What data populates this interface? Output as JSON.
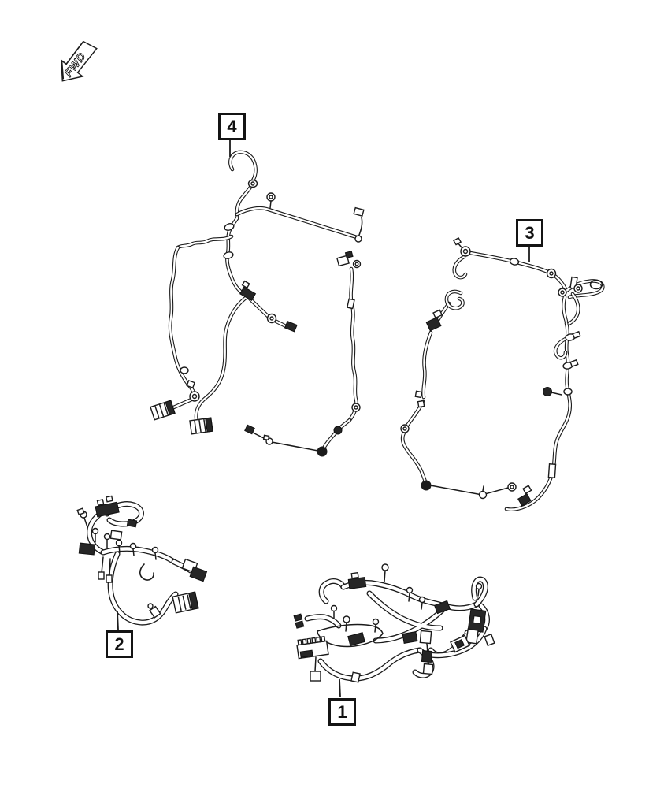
{
  "diagram": {
    "fwd_label": "FWD",
    "callouts": {
      "c1": "1",
      "c2": "2",
      "c3": "3",
      "c4": "4"
    },
    "colors": {
      "line": "#1b1b1b",
      "background": "#ffffff"
    }
  }
}
